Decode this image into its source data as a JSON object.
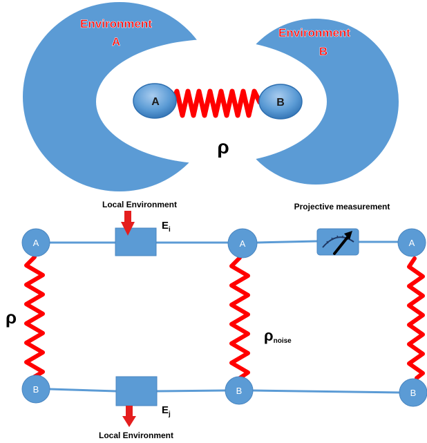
{
  "top_diagram": {
    "environment_a_label_line1": "Environment",
    "environment_a_label_line2": "A",
    "environment_b_label_line1": "Environment",
    "environment_b_label_line2": "B",
    "qubit_a_label": "A",
    "qubit_b_label": "B",
    "state_label": "ρ"
  },
  "bottom_diagram": {
    "local_env_top_label": "Local Environment",
    "local_env_bottom_label": "Local Environment",
    "projective_measurement_label": "Projective measurement",
    "ei_label": "E",
    "ei_subscript": "i",
    "ej_label": "E",
    "ej_subscript": "j",
    "rho_label": "ρ",
    "rho_noise_label": "ρ",
    "rho_noise_subscript": "noise",
    "node_a_label": "A",
    "node_b_label": "B"
  },
  "colors": {
    "environment_blue": "#5b9bd5",
    "line_blue": "#5b9bd5",
    "spring_red": "#ff0000",
    "env_text_red": "#ff0000",
    "arrow_red": "#e41e1e",
    "meter_dark": "#1f3864"
  }
}
